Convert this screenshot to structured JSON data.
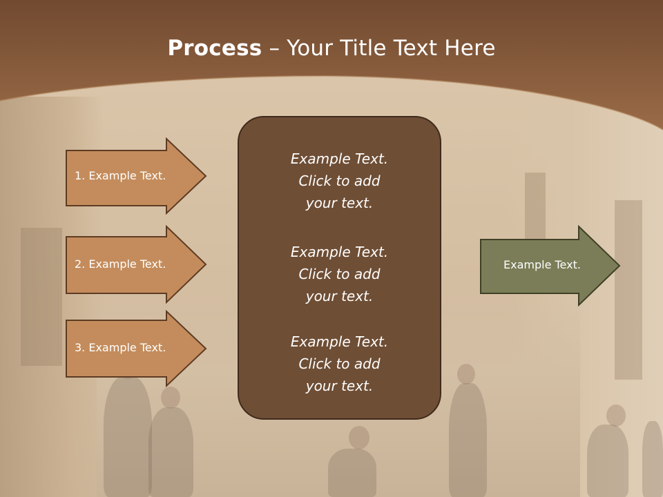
{
  "title": {
    "bold": "Process",
    "rest": " – Your Title Text Here"
  },
  "colors": {
    "header_brown": "#8e5f3f",
    "arrow_tan": "#c48c5c",
    "arrow_border": "#5d3b23",
    "center_box": "#6e4e35",
    "output_arrow": "#7a7d57"
  },
  "left_steps": [
    {
      "label": "1. Example Text."
    },
    {
      "label": "2. Example Text."
    },
    {
      "label": "3. Example Text."
    }
  ],
  "center_blocks": [
    {
      "line1": "Example Text.",
      "line2": "Click  to add",
      "line3": "your text."
    },
    {
      "line1": "Example Text.",
      "line2": "Click  to add",
      "line3": "your text."
    },
    {
      "line1": "Example Text.",
      "line2": "Click  to add",
      "line3": "your text."
    }
  ],
  "output_arrow": {
    "label": "Example Text."
  }
}
